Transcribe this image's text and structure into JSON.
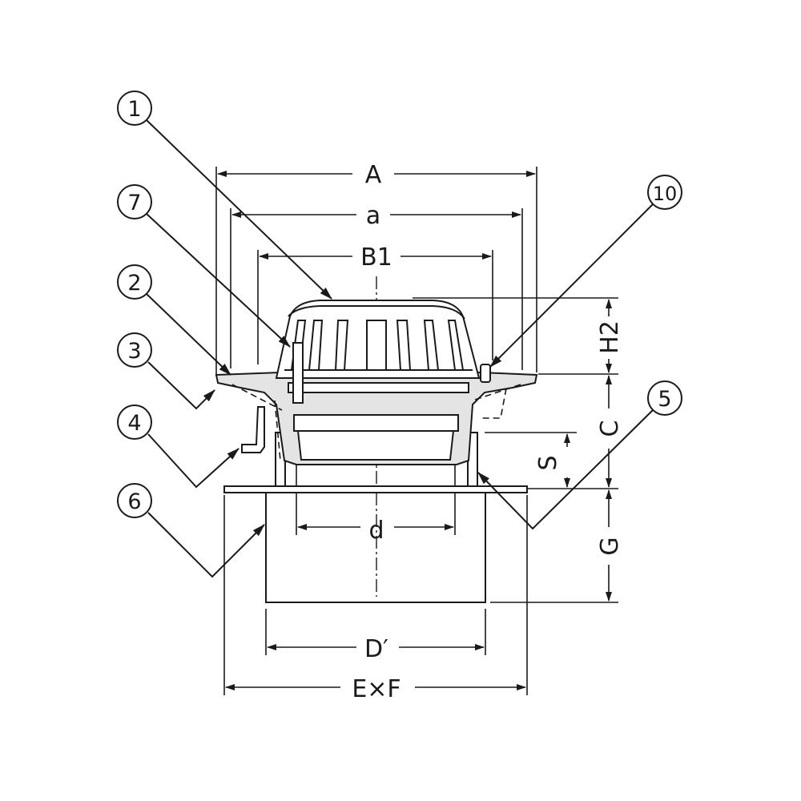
{
  "diagram": {
    "callouts": [
      "1",
      "7",
      "2",
      "3",
      "4",
      "6",
      "10",
      "5"
    ],
    "dimensions": {
      "A": "A",
      "a": "a",
      "B1": "B1",
      "H2": "H2",
      "C": "C",
      "S": "S",
      "G": "G",
      "d": "d",
      "D_prime": "D′",
      "ExF": "E×F"
    },
    "colors": {
      "line": "#1a1a1a",
      "casting": "#e4e4e4"
    }
  }
}
